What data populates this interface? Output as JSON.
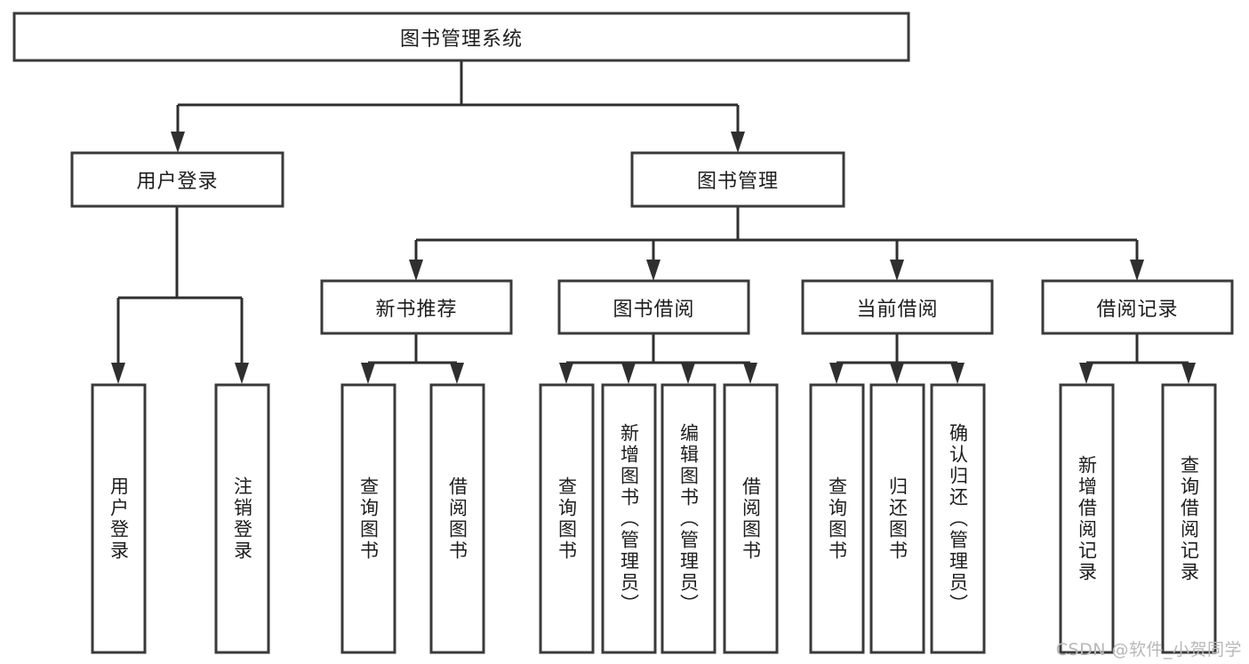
{
  "diagram": {
    "type": "hierarchy-tree",
    "title": "图书管理系统",
    "orientation": "top-down",
    "colors": {
      "box_stroke": "#3a3a3a",
      "connector": "#2f2f2f",
      "background": "#ffffff",
      "text": "#1d1d1d",
      "watermark": "#b8b8b8"
    }
  },
  "root": {
    "label": "图书管理系统"
  },
  "level2": [
    {
      "label": "用户登录"
    },
    {
      "label": "图书管理"
    }
  ],
  "level3": [
    {
      "label": "新书推荐"
    },
    {
      "label": "图书借阅"
    },
    {
      "label": "当前借阅"
    },
    {
      "label": "借阅记录"
    }
  ],
  "leaves": {
    "user_login": [
      {
        "label": "用户登录"
      },
      {
        "label": "注销登录"
      }
    ],
    "new_book_rec": [
      {
        "label": "查询图书"
      },
      {
        "label": "借阅图书"
      }
    ],
    "book_borrow": [
      {
        "label": "查询图书"
      },
      {
        "label": "新增图书（管理员）"
      },
      {
        "label": "编辑图书（管理员）"
      },
      {
        "label": "借阅图书"
      }
    ],
    "current_borrow": [
      {
        "label": "查询图书"
      },
      {
        "label": "归还图书"
      },
      {
        "label": "确认归还（管理员）"
      }
    ],
    "borrow_record": [
      {
        "label": "新增借阅记录"
      },
      {
        "label": "查询借阅记录"
      }
    ]
  },
  "watermark": {
    "text": "CSDN @软件_小贺同学"
  }
}
